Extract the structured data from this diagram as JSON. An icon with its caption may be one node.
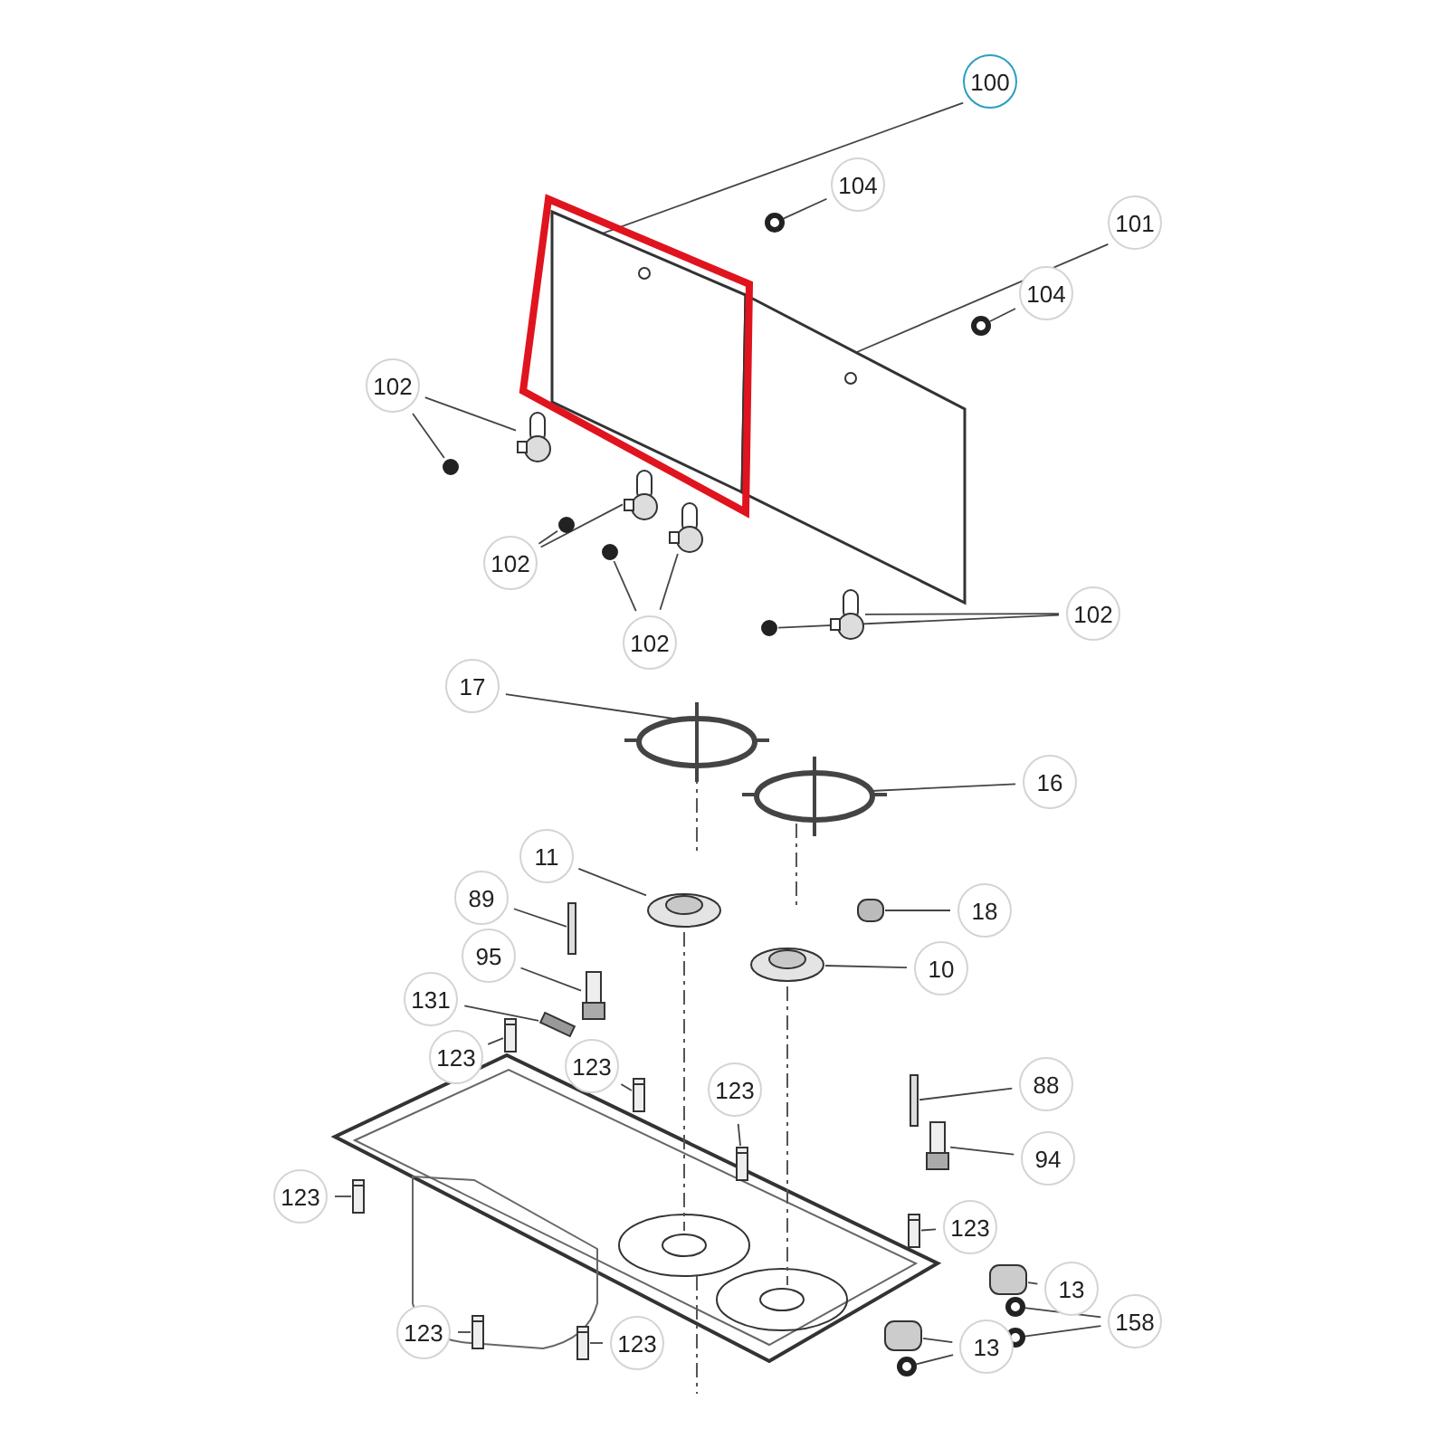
{
  "diagram": {
    "nodes": [
      {
        "text": [
          "100"
        ]
      },
      {
        "text": [
          "104"
        ]
      },
      {
        "text": [
          "101"
        ]
      },
      {
        "text": [
          "104"
        ]
      },
      {
        "text": [
          "102"
        ]
      },
      {
        "text": [
          "102"
        ]
      },
      {
        "text": [
          "102"
        ]
      },
      {
        "text": [
          "102"
        ]
      },
      {
        "text": [
          "17"
        ]
      },
      {
        "text": [
          "16"
        ]
      },
      {
        "text": [
          "11"
        ]
      },
      {
        "text": [
          "89"
        ]
      },
      {
        "text": [
          "18"
        ]
      },
      {
        "text": [
          "95"
        ]
      },
      {
        "text": [
          "10"
        ]
      },
      {
        "text": [
          "131"
        ]
      },
      {
        "text": [
          "123"
        ]
      },
      {
        "text": [
          "123"
        ]
      },
      {
        "text": [
          "88"
        ]
      },
      {
        "text": [
          "123"
        ]
      },
      {
        "text": [
          "94"
        ]
      },
      {
        "text": [
          "123"
        ]
      },
      {
        "text": [
          "123"
        ]
      },
      {
        "text": [
          "13"
        ]
      },
      {
        "text": [
          "158"
        ]
      },
      {
        "text": [
          "123"
        ]
      },
      {
        "text": [
          "13"
        ]
      },
      {
        "text": [
          "123"
        ]
      },
      {
        "text": [],
        "shape": "picture"
      },
      {
        "text": [],
        "shape": "picture"
      },
      {
        "text": [],
        "shape": "circle"
      },
      {
        "text": [],
        "shape": "circle"
      },
      {
        "text": [],
        "shape": "picture"
      },
      {
        "text": [],
        "shape": "picture"
      },
      {
        "text": [],
        "shape": "picture"
      },
      {
        "text": [],
        "shape": "picture"
      },
      {
        "text": [],
        "shape": "circle"
      },
      {
        "text": [],
        "shape": "circle"
      },
      {
        "text": [],
        "shape": "circle"
      },
      {
        "text": [],
        "shape": "circle"
      },
      {
        "text": [],
        "shape": "picture"
      },
      {
        "text": [],
        "shape": "picture"
      },
      {
        "text": [],
        "shape": "picture"
      },
      {
        "text": [],
        "shape": "box"
      },
      {
        "text": [],
        "shape": "bar"
      },
      {
        "text": [],
        "shape": "picture"
      },
      {
        "text": [],
        "shape": "picture"
      },
      {
        "text": [],
        "shape": "bar"
      },
      {
        "text": [],
        "shape": "bar"
      },
      {
        "text": [],
        "shape": "picture"
      },
      {
        "text": [],
        "shape": "picture"
      },
      {
        "text": [],
        "shape": "picture"
      },
      {
        "text": [],
        "shape": "picture"
      },
      {
        "text": [],
        "shape": "picture"
      },
      {
        "text": [],
        "shape": "picture"
      },
      {
        "text": [],
        "shape": "picture"
      },
      {
        "text": [],
        "shape": "picture"
      },
      {
        "text": [],
        "shape": "box"
      },
      {
        "text": [],
        "shape": "box"
      },
      {
        "text": [],
        "shape": "circle"
      },
      {
        "text": [],
        "shape": "circle"
      },
      {
        "text": [],
        "shape": "circle"
      }
    ],
    "edges": [
      {
        "from": 0,
        "to": 28,
        "arrow": "none"
      },
      {
        "from": 1,
        "to": 30,
        "arrow": "none"
      },
      {
        "from": 2,
        "to": 29,
        "arrow": "none"
      },
      {
        "from": 3,
        "to": 31,
        "arrow": "none"
      },
      {
        "from": 4,
        "to": 32,
        "arrow": "none"
      },
      {
        "from": 4,
        "to": 36,
        "arrow": "none"
      },
      {
        "from": 5,
        "to": 37,
        "arrow": "none"
      },
      {
        "from": 5,
        "to": 33,
        "arrow": "none"
      },
      {
        "from": 6,
        "to": 38,
        "arrow": "none"
      },
      {
        "from": 6,
        "to": 34,
        "arrow": "none"
      },
      {
        "from": 7,
        "to": 35,
        "arrow": "none"
      },
      {
        "from": 7,
        "to": 39,
        "arrow": "none"
      },
      {
        "from": 8,
        "to": 40,
        "arrow": "none"
      },
      {
        "from": 9,
        "to": 41,
        "arrow": "none"
      },
      {
        "from": 10,
        "to": 42,
        "arrow": "none"
      },
      {
        "from": 11,
        "to": 44,
        "arrow": "none"
      },
      {
        "from": 12,
        "to": 43,
        "arrow": "none"
      },
      {
        "from": 13,
        "to": 46,
        "arrow": "none"
      },
      {
        "from": 14,
        "to": 45,
        "arrow": "none"
      },
      {
        "from": 15,
        "to": 47,
        "arrow": "none"
      },
      {
        "from": 16,
        "to": 50,
        "arrow": "none"
      },
      {
        "from": 17,
        "to": 51,
        "arrow": "none"
      },
      {
        "from": 18,
        "to": 48,
        "arrow": "none"
      },
      {
        "from": 19,
        "to": 52,
        "arrow": "none"
      },
      {
        "from": 20,
        "to": 49,
        "arrow": "none"
      },
      {
        "from": 21,
        "to": 53,
        "arrow": "none"
      },
      {
        "from": 22,
        "to": 54,
        "arrow": "none"
      },
      {
        "from": 23,
        "to": 57,
        "arrow": "none"
      },
      {
        "from": 24,
        "to": 59,
        "arrow": "none"
      },
      {
        "from": 24,
        "to": 60,
        "arrow": "none"
      },
      {
        "from": 25,
        "to": 55,
        "arrow": "none"
      },
      {
        "from": 26,
        "to": 58,
        "arrow": "none"
      },
      {
        "from": 26,
        "to": 61,
        "arrow": "none"
      },
      {
        "from": 27,
        "to": 56,
        "arrow": "none"
      }
    ]
  }
}
